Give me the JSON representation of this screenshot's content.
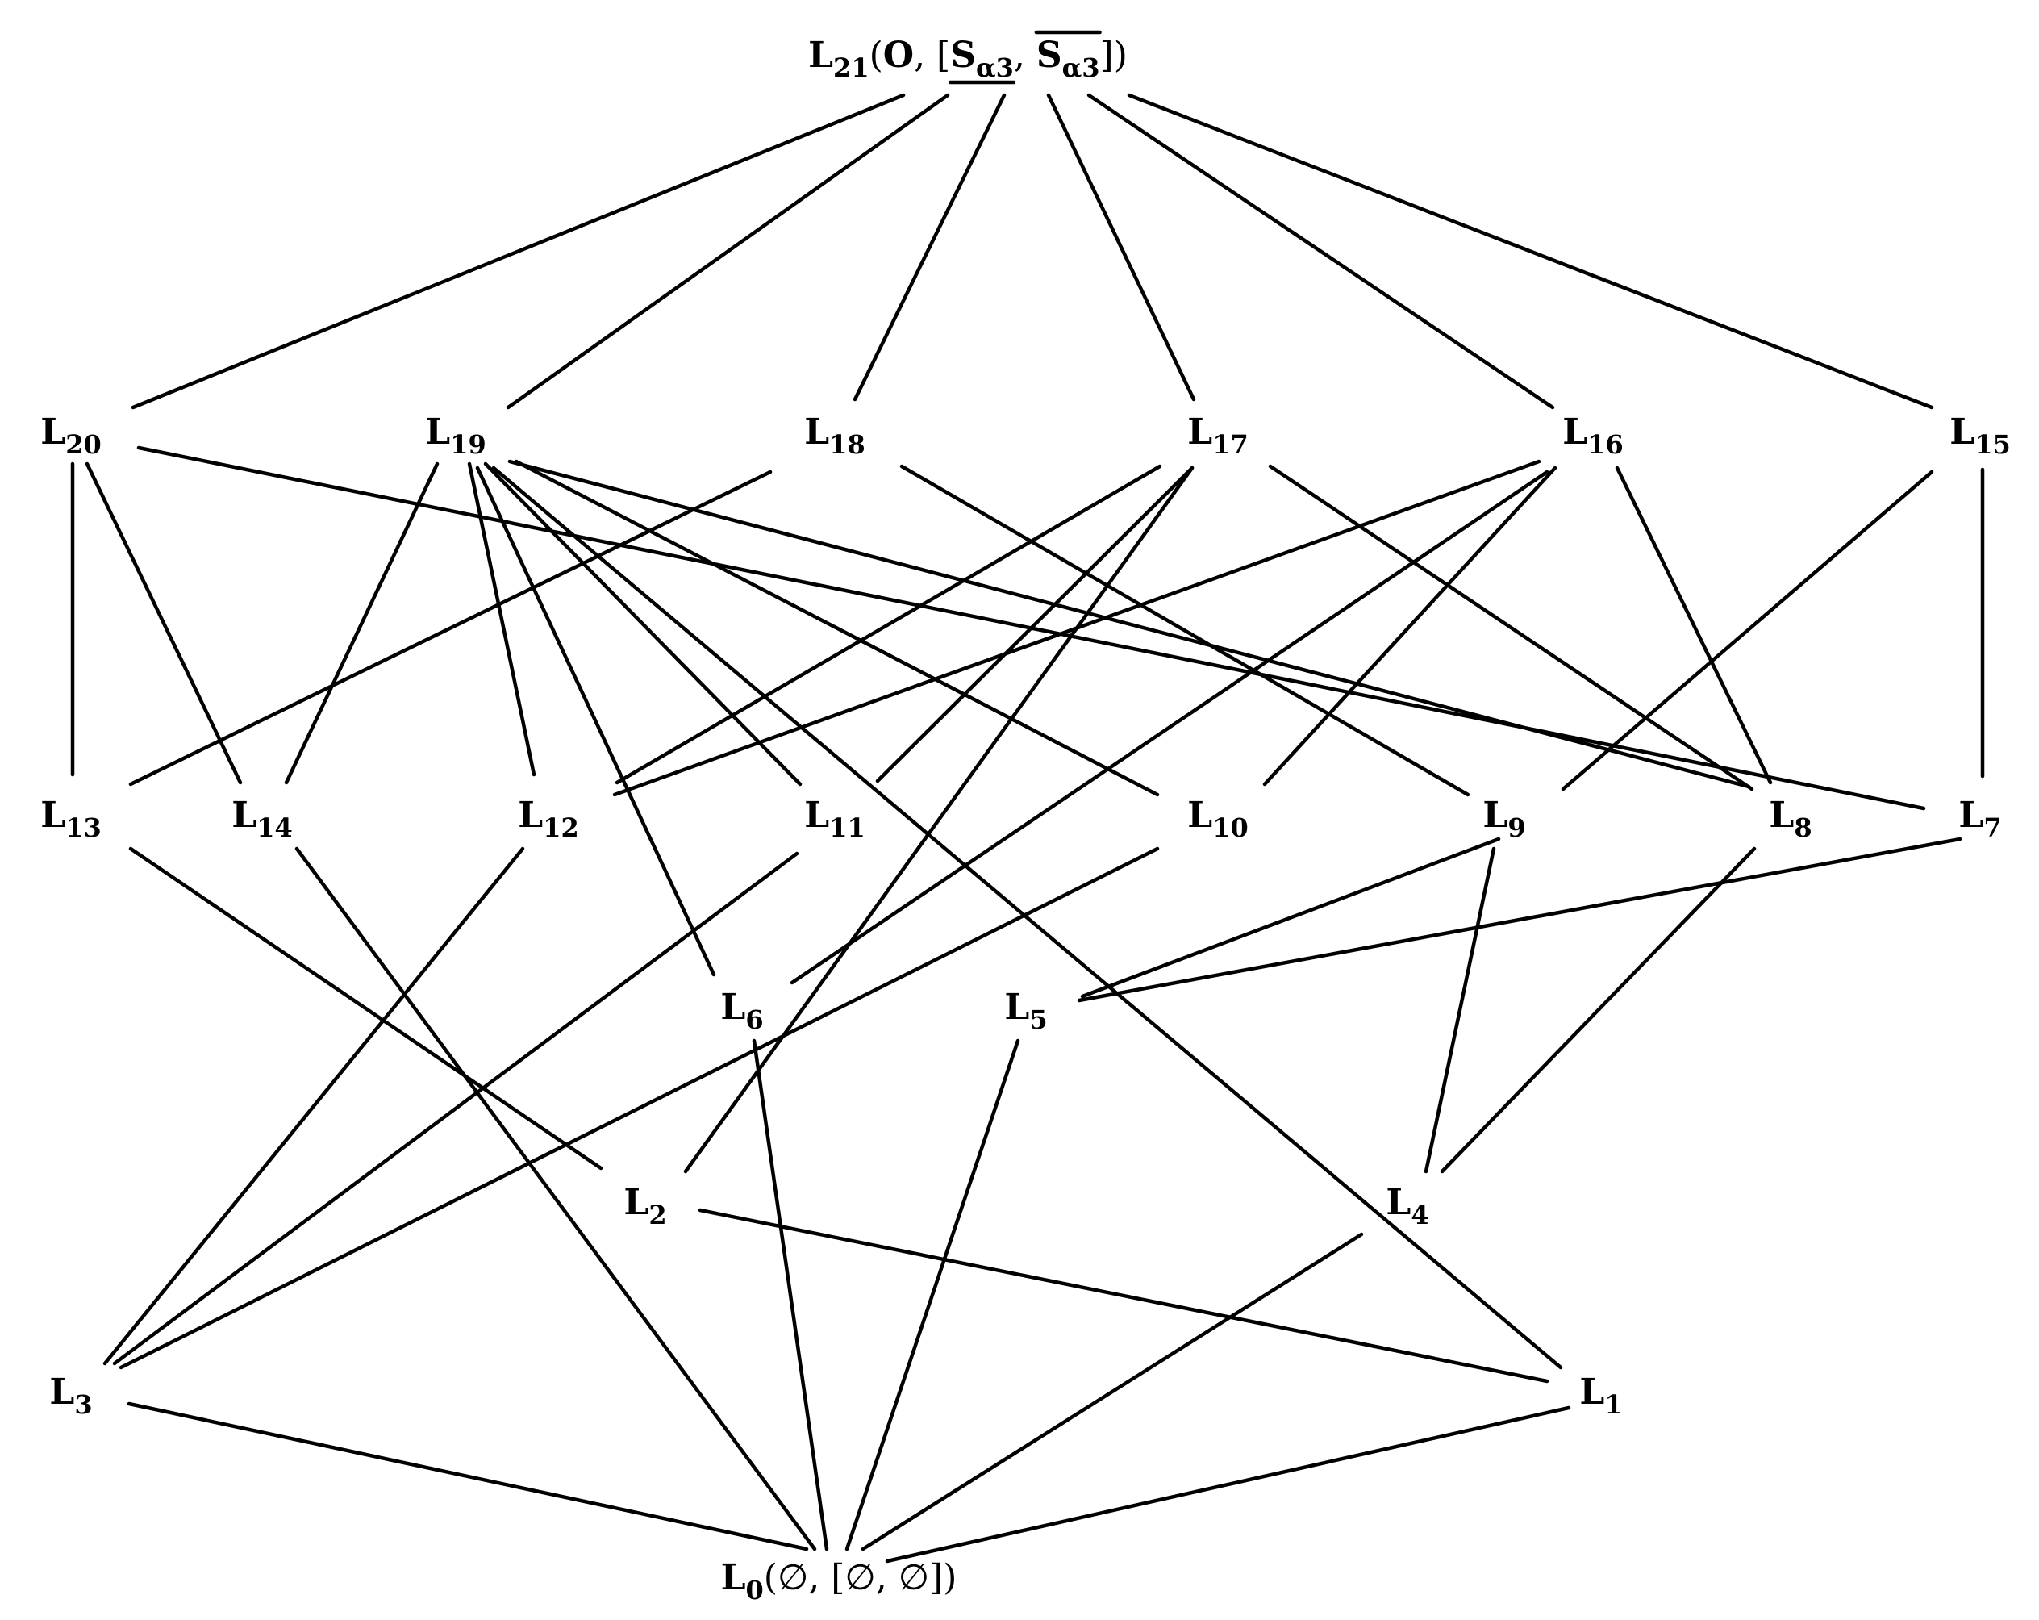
{
  "diagram": {
    "type": "lattice",
    "nodes": [
      {
        "id": "L21",
        "name": "L",
        "sub": "21",
        "tail": "(O, [S_α3, S_α3])",
        "tail_parts": {
          "open": "(",
          "O": "O",
          "sep1": ", [",
          "s1": "S",
          "s1sub": "α3",
          "sep2": ", ",
          "s2": "S",
          "s2sub": "α3",
          "close": "])"
        }
      },
      {
        "id": "L20",
        "name": "L",
        "sub": "20"
      },
      {
        "id": "L19",
        "name": "L",
        "sub": "19"
      },
      {
        "id": "L18",
        "name": "L",
        "sub": "18"
      },
      {
        "id": "L17",
        "name": "L",
        "sub": "17"
      },
      {
        "id": "L16",
        "name": "L",
        "sub": "16"
      },
      {
        "id": "L15",
        "name": "L",
        "sub": "15"
      },
      {
        "id": "L13",
        "name": "L",
        "sub": "13"
      },
      {
        "id": "L14",
        "name": "L",
        "sub": "14"
      },
      {
        "id": "L12",
        "name": "L",
        "sub": "12"
      },
      {
        "id": "L11",
        "name": "L",
        "sub": "11"
      },
      {
        "id": "L10",
        "name": "L",
        "sub": "10"
      },
      {
        "id": "L9",
        "name": "L",
        "sub": "9"
      },
      {
        "id": "L8",
        "name": "L",
        "sub": "8"
      },
      {
        "id": "L7",
        "name": "L",
        "sub": "7"
      },
      {
        "id": "L6",
        "name": "L",
        "sub": "6"
      },
      {
        "id": "L5",
        "name": "L",
        "sub": "5"
      },
      {
        "id": "L2",
        "name": "L",
        "sub": "2"
      },
      {
        "id": "L4",
        "name": "L",
        "sub": "4"
      },
      {
        "id": "L3",
        "name": "L",
        "sub": "3"
      },
      {
        "id": "L1",
        "name": "L",
        "sub": "1"
      },
      {
        "id": "L0",
        "name": "L",
        "sub": "0",
        "tail": "(∅, [∅, ∅])"
      }
    ],
    "edges": [
      [
        "L21",
        "L20"
      ],
      [
        "L21",
        "L19"
      ],
      [
        "L21",
        "L18"
      ],
      [
        "L21",
        "L17"
      ],
      [
        "L21",
        "L16"
      ],
      [
        "L21",
        "L15"
      ],
      [
        "L20",
        "L13"
      ],
      [
        "L20",
        "L14"
      ],
      [
        "L20",
        "L7"
      ],
      [
        "L19",
        "L14"
      ],
      [
        "L19",
        "L12"
      ],
      [
        "L19",
        "L11"
      ],
      [
        "L19",
        "L10"
      ],
      [
        "L19",
        "L6"
      ],
      [
        "L19",
        "L8"
      ],
      [
        "L19",
        "L1"
      ],
      [
        "L18",
        "L13"
      ],
      [
        "L18",
        "L9"
      ],
      [
        "L17",
        "L12"
      ],
      [
        "L17",
        "L11"
      ],
      [
        "L17",
        "L8"
      ],
      [
        "L17",
        "L2"
      ],
      [
        "L16",
        "L12"
      ],
      [
        "L16",
        "L10"
      ],
      [
        "L16",
        "L8"
      ],
      [
        "L16",
        "L6"
      ],
      [
        "L15",
        "L9"
      ],
      [
        "L15",
        "L7"
      ],
      [
        "L13",
        "L2"
      ],
      [
        "L14",
        "L0"
      ],
      [
        "L12",
        "L3"
      ],
      [
        "L11",
        "L3"
      ],
      [
        "L10",
        "L3"
      ],
      [
        "L9",
        "L5"
      ],
      [
        "L9",
        "L4"
      ],
      [
        "L8",
        "L4"
      ],
      [
        "L7",
        "L5"
      ],
      [
        "L6",
        "L0"
      ],
      [
        "L5",
        "L0"
      ],
      [
        "L2",
        "L1"
      ],
      [
        "L4",
        "L0"
      ],
      [
        "L3",
        "L0"
      ],
      [
        "L1",
        "L0"
      ]
    ]
  }
}
